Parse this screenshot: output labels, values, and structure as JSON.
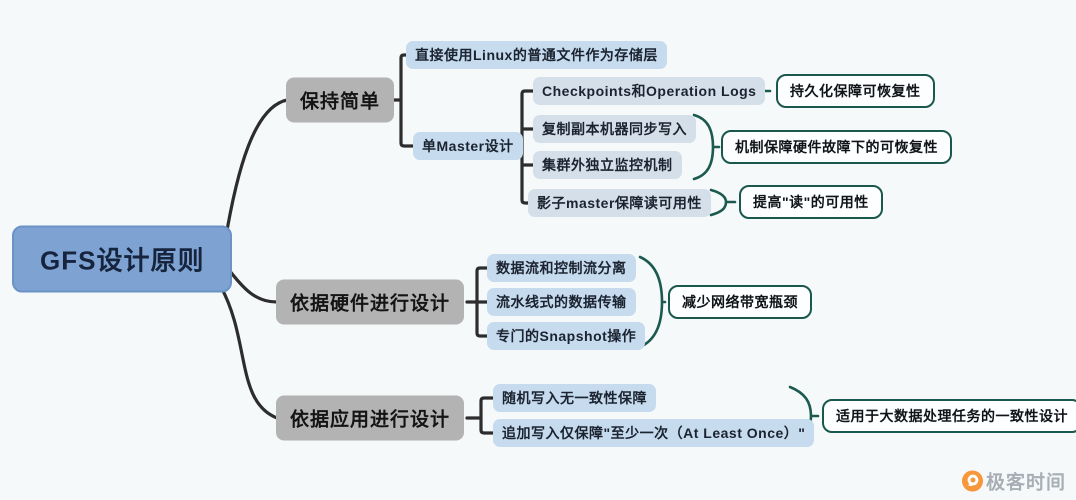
{
  "canvas": {
    "background": "#f5f9fa"
  },
  "colors": {
    "root_fill": "#7ea3d2",
    "root_border": "#6b93c6",
    "branch_fill": "#b3b3b3",
    "child_fill": "#c6dbee",
    "result_fill": "#fcfeff",
    "result_border": "#1a574d",
    "edge_line": "#2d2d2d",
    "brace_line": "#1c594f",
    "brand_orange": "#f8861b"
  },
  "root": {
    "label": "GFS设计原则"
  },
  "branch_simple": {
    "label": "保持简单",
    "linux": "直接使用Linux的普通文件作为存储层",
    "master": "单Master设计",
    "checkpoints": "Checkpoints和Operation Logs",
    "replicate": "复制副本机器同步写入",
    "monitor": "集群外独立监控机制",
    "shadow": "影子master保障读可用性",
    "result_persist": "持久化保障可恢复性",
    "result_fault": "机制保障硬件故障下的可恢复性",
    "result_read": "提高\"读\"的可用性"
  },
  "branch_hardware": {
    "label": "依据硬件进行设计",
    "dataflow": "数据流和控制流分离",
    "pipeline": "流水线式的数据传输",
    "snapshot": "专门的Snapshot操作",
    "result_bandwidth": "减少网络带宽瓶颈"
  },
  "branch_app": {
    "label": "依据应用进行设计",
    "random": "随机写入无一致性保障",
    "append": "追加写入仅保障\"至少一次（At Least Once）\"",
    "result_consistency": "适用于大数据处理任务的一致性设计"
  },
  "watermark": {
    "brand": "极客时间"
  }
}
